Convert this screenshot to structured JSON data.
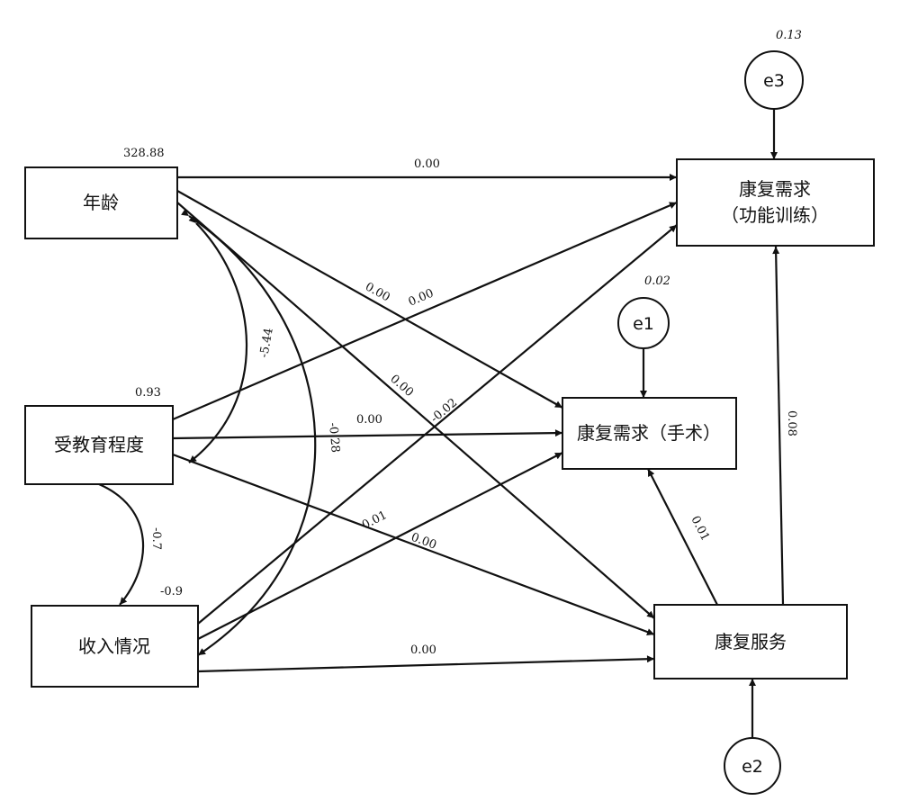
{
  "diagram": {
    "nodes": {
      "age": "年龄",
      "education": "受教育程度",
      "income": "收入情况",
      "need_training_line1": "康复需求",
      "need_training_line2": "（功能训练）",
      "need_surgery": "康复需求（手术）",
      "service": "康复服务",
      "e1": "e1",
      "e2": "e2",
      "e3": "e3"
    },
    "variances": {
      "age": "328.88",
      "education": "0.93",
      "income": "-0.9",
      "e1": "0.02",
      "e3": "0.13"
    },
    "paths": {
      "age_to_training": "0.00",
      "age_to_surgery": "0.00",
      "age_to_service": "0.00",
      "education_to_training": "0.00",
      "education_to_surgery": "0.00",
      "education_to_service": "0.00",
      "income_to_training": "-0.02",
      "income_to_surgery": "0.01",
      "income_to_service": "0.00",
      "service_to_surgery": "0.01",
      "service_to_training": "0.08"
    },
    "covariances": {
      "age_education": "-5.44",
      "age_income": "-0.28",
      "education_income": "-0.7"
    }
  }
}
